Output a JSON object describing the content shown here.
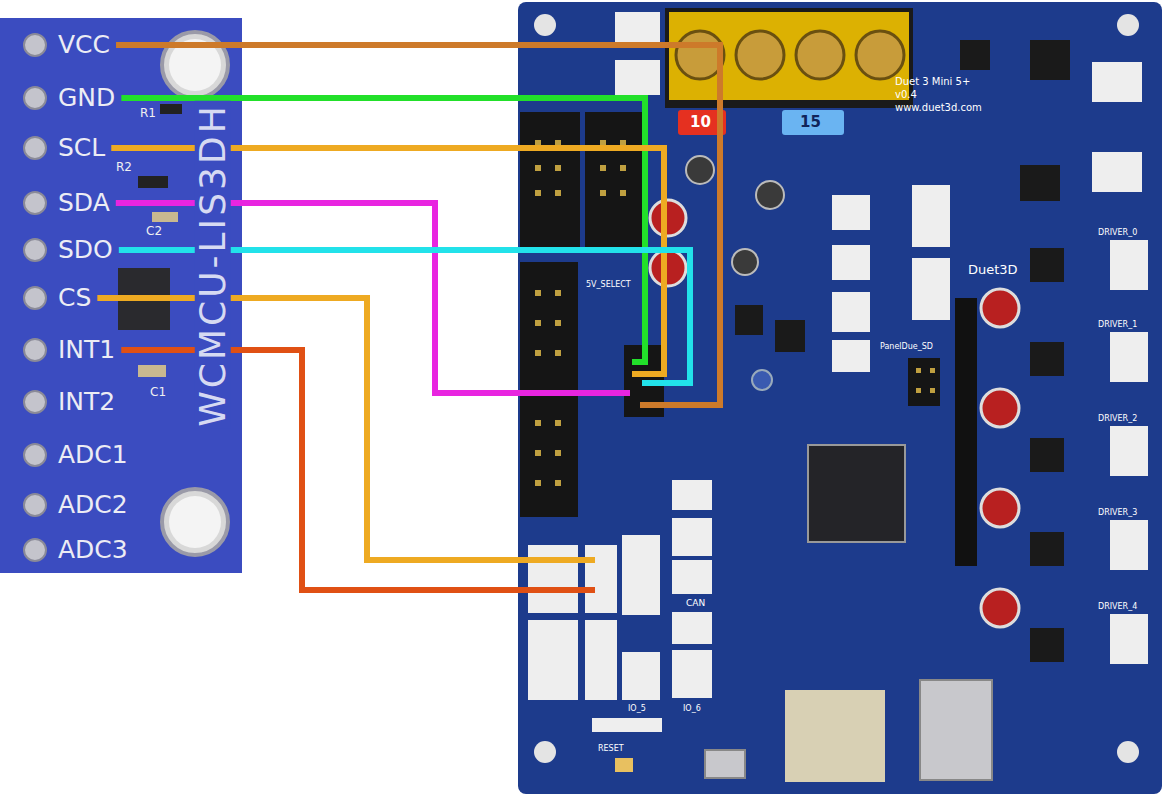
{
  "diagram": {
    "nodes": [
      {
        "text": [
          "WCMCU-LIS3DH"
        ]
      },
      {
        "text": [
          "Duet 3 Mini 5+",
          "v0.4",
          "www.duet3d.com"
        ]
      }
    ],
    "edges": [
      {
        "from": 0,
        "to": 1,
        "arrow": "none"
      },
      {
        "from": 0,
        "to": 1,
        "arrow": "none"
      },
      {
        "from": 0,
        "to": 1,
        "arrow": "none"
      },
      {
        "from": 0,
        "to": 1,
        "arrow": "none"
      },
      {
        "from": 0,
        "to": 1,
        "arrow": "none"
      },
      {
        "from": 0,
        "to": 1,
        "arrow": "none"
      },
      {
        "from": 0,
        "to": 1,
        "arrow": "none"
      }
    ],
    "labels": [
      "VCC",
      "GND",
      "SCL",
      "SDA",
      "SDO",
      "CS",
      "INT1",
      "INT2",
      "ADC1",
      "ADC2",
      "ADC3",
      "R1",
      "R2",
      "C2",
      "C1",
      "10",
      "15",
      "Duet3D",
      "DRIVER_0",
      "DRIVER_1",
      "DRIVER_2",
      "DRIVER_3",
      "DRIVER_4",
      "5V_SELECT",
      "PanelDue_SD",
      "CAN",
      "IO_5",
      "IO_6",
      "RESET"
    ]
  }
}
